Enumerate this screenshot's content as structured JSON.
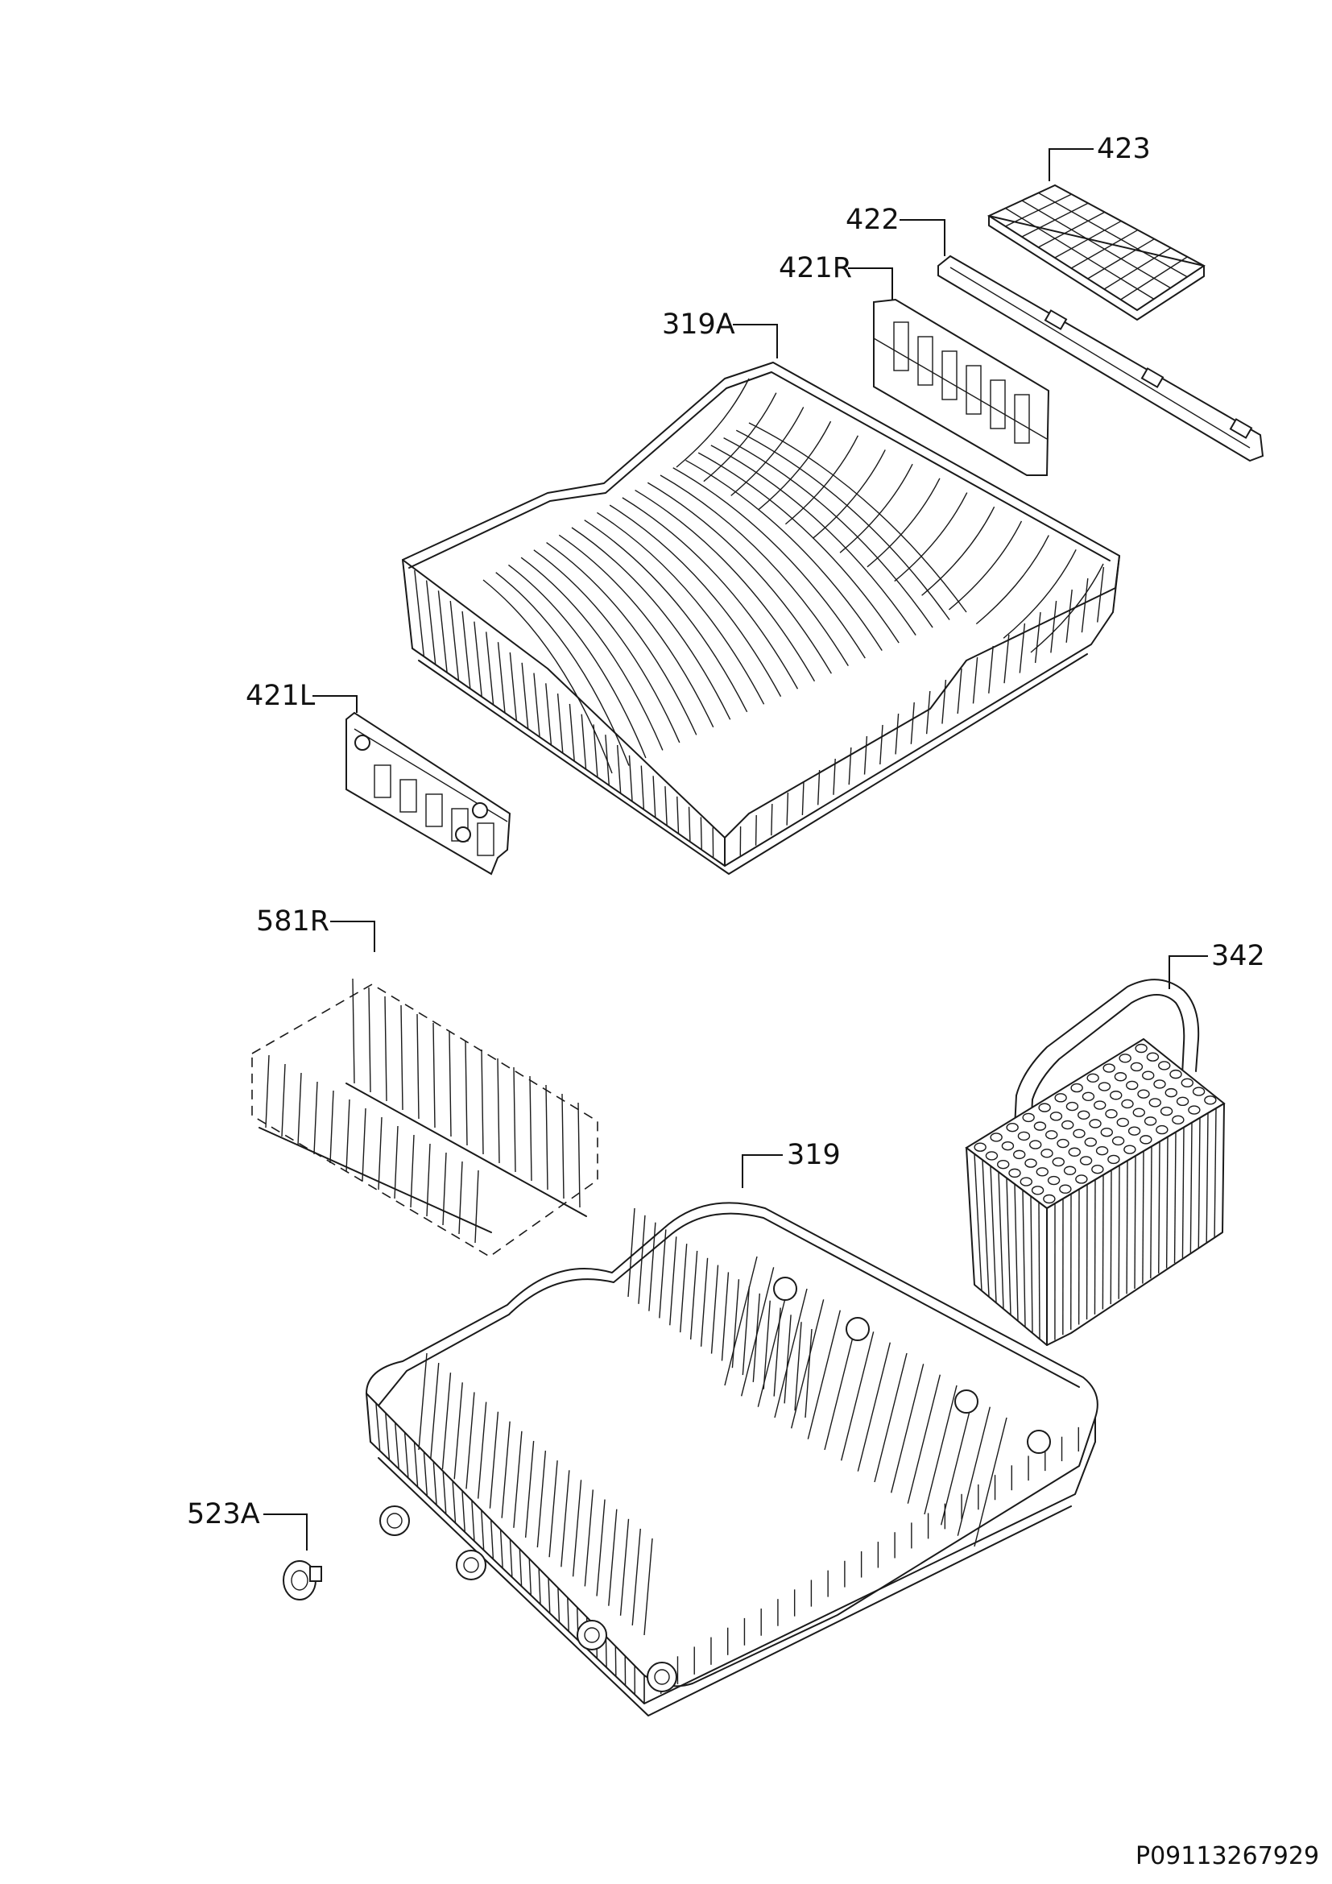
{
  "parts": {
    "p423": "423",
    "p422": "422",
    "p421R": "421R",
    "p319A": "319A",
    "p421L": "421L",
    "p581R": "581R",
    "p342": "342",
    "p319": "319",
    "p523A": "523A"
  },
  "document_id": "P09113267929"
}
